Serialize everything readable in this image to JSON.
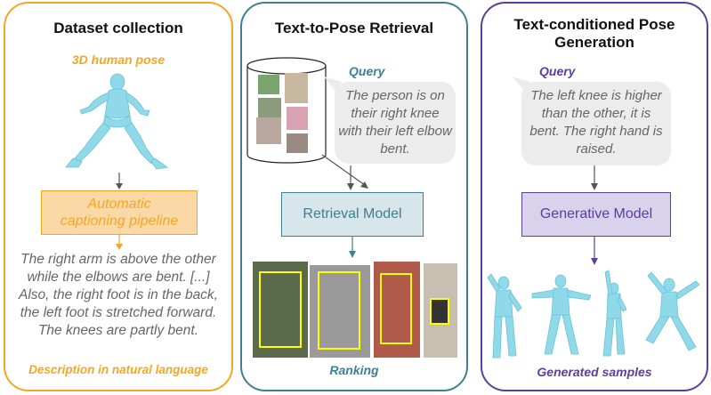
{
  "panel1": {
    "title": "Dataset collection",
    "pose_label": "3D human pose",
    "pipeline_label": "Automatic captioning pipeline",
    "description": "The right arm is above the other while the elbows are bent. [...] Also, the right foot is in the back, the left foot is stretched forward. The knees are partly bent.",
    "description_label": "Description in natural language"
  },
  "panel2": {
    "title": "Text-to-Pose Retrieval",
    "query_label": "Query",
    "query_text": "The person is on their right knee with their left elbow bent.",
    "model_label": "Retrieval Model",
    "ranking_label": "Ranking"
  },
  "panel3": {
    "title": "Text-conditioned Pose Generation",
    "query_label": "Query",
    "query_text": "The left knee is higher than the other, it is bent. The right hand is raised.",
    "model_label": "Generative Model",
    "samples_label": "Generated samples"
  },
  "colors": {
    "orange": "#f5a623",
    "orange_fill": "#fbd9a7",
    "teal": "#3f7f8f",
    "teal_fill": "#d6e6ea",
    "purple": "#5b3f9a",
    "purple_fill": "#d9d2ec",
    "bubble": "#ececec",
    "pose": "#8fd9e9"
  }
}
